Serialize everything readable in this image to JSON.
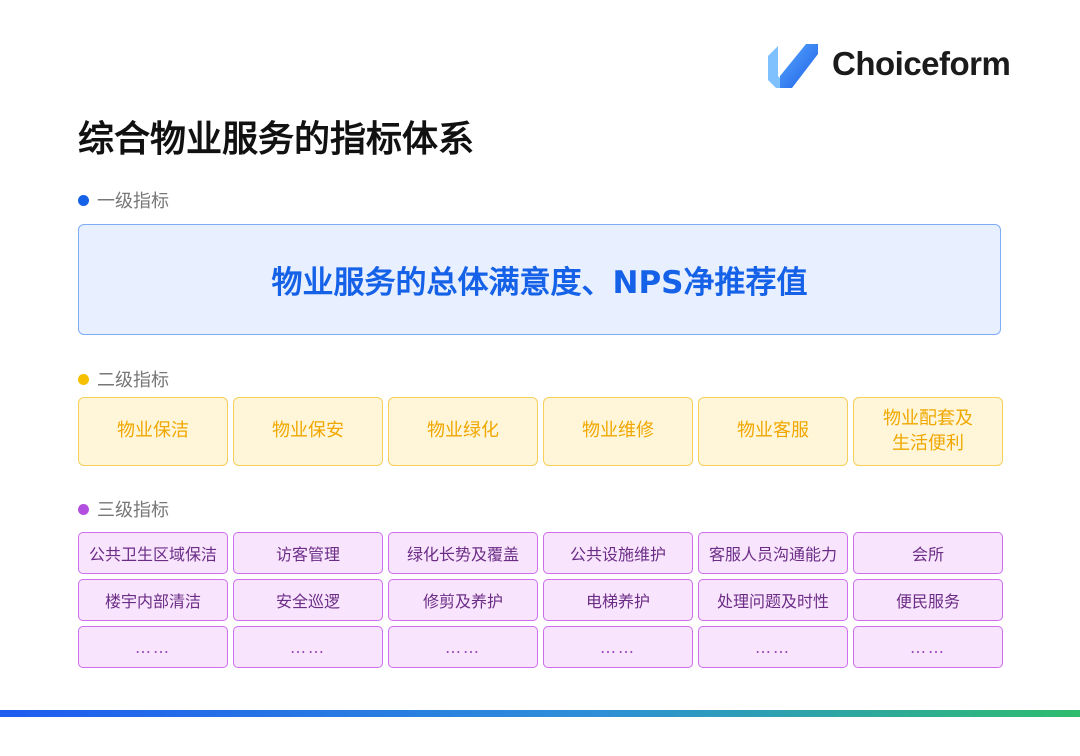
{
  "brand": {
    "name": "Choiceform"
  },
  "title": "综合物业服务的指标体系",
  "colors": {
    "level1": "#1561e8",
    "level2": "#f0a800",
    "level3": "#b34fe0",
    "bar_start": "#1e5bf0",
    "bar_end": "#2ebc6e"
  },
  "level1": {
    "label": "一级指标",
    "items": [
      "物业服务的总体满意度、NPS净推荐值"
    ]
  },
  "level2": {
    "label": "二级指标",
    "items": [
      "物业保洁",
      "物业保安",
      "物业绿化",
      "物业维修",
      "物业客服",
      "物业配套及\n生活便利"
    ]
  },
  "level3": {
    "label": "三级指标",
    "rows": [
      [
        "公共卫生区域保洁",
        "访客管理",
        "绿化长势及覆盖",
        "公共设施维护",
        "客服人员沟通能力",
        "会所"
      ],
      [
        "楼宇内部清洁",
        "安全巡逻",
        "修剪及养护",
        "电梯养护",
        "处理问题及时性",
        "便民服务"
      ],
      [
        "……",
        "……",
        "……",
        "……",
        "……",
        "……"
      ]
    ]
  }
}
